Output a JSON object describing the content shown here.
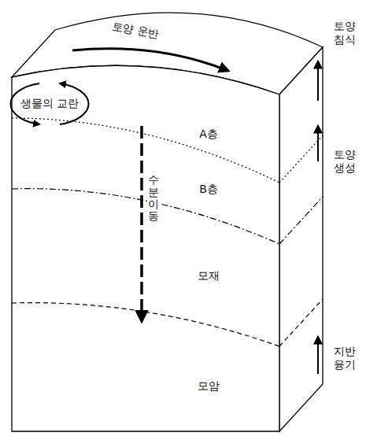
{
  "diagram": {
    "labels": [
      "토양 운반",
      "생물의 교란",
      "수분이동",
      "A층",
      "B층",
      "모재",
      "모암",
      "토양 침식",
      "토양 생성",
      "지반 융기"
    ]
  }
}
